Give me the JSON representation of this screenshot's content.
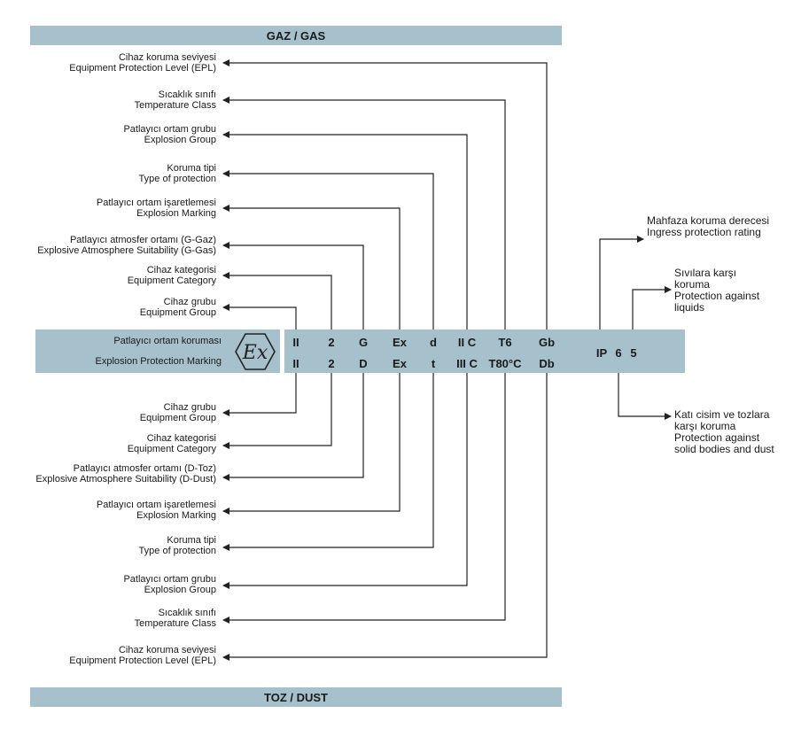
{
  "header_gas": "GAZ / GAS",
  "header_dust": "TOZ  / DUST",
  "marking_band": {
    "label_tr": "Patlayıcı ortam koruması",
    "label_en": "Explosion Protection Marking",
    "ex_symbol_icon": "ex-hexagon-icon",
    "gas_codes": [
      "II",
      "2",
      "G",
      "Ex",
      "d",
      "II C",
      "T6",
      "Gb"
    ],
    "dust_codes": [
      "II",
      "2",
      "D",
      "Ex",
      "t",
      "III C",
      "T80°C",
      "Db"
    ],
    "ip_codes": [
      "IP",
      "6",
      "5"
    ]
  },
  "gas_labels": [
    {
      "tr": "Cihaz koruma seviyesi",
      "en": "Equipment Protection Level (EPL)"
    },
    {
      "tr": "Sıcaklık sınıfı",
      "en": "Temperature Class"
    },
    {
      "tr": "Patlayıcı ortam grubu",
      "en": "Explosion Group"
    },
    {
      "tr": "Koruma tipi",
      "en": "Type of protection"
    },
    {
      "tr": "Patlayıcı ortam işaretlemesi",
      "en": "Explosion Marking"
    },
    {
      "tr": "Patlayıcı atmosfer ortamı (G-Gaz)",
      "en": "Explosive Atmosphere Suitability (G-Gas)"
    },
    {
      "tr": "Cihaz kategorisi",
      "en": "Equipment Category"
    },
    {
      "tr": "Cihaz grubu",
      "en": "Equipment Group"
    }
  ],
  "dust_labels": [
    {
      "tr": "Cihaz grubu",
      "en": "Equipment Group"
    },
    {
      "tr": "Cihaz kategorisi",
      "en": "Equipment Category"
    },
    {
      "tr": "Patlayıcı atmosfer ortamı (D-Toz)",
      "en": "Explosive Atmosphere Suitability (D-Dust)"
    },
    {
      "tr": "Patlayıcı ortam işaretlemesi",
      "en": "Explosion Marking"
    },
    {
      "tr": "Koruma tipi",
      "en": "Type of protection"
    },
    {
      "tr": "Patlayıcı ortam grubu",
      "en": "Explosion Group"
    },
    {
      "tr": "Sıcaklık sınıfı",
      "en": "Temperature Class"
    },
    {
      "tr": "Cihaz koruma seviyesi",
      "en": "Equipment Protection Level (EPL)"
    }
  ],
  "ip_labels": {
    "ingress": {
      "tr": "Mahfaza koruma derecesi",
      "en": "Ingress protection rating"
    },
    "liquids": {
      "tr1": "Sıvılara karşı",
      "tr2": "koruma",
      "en1": "Protection against",
      "en2": "liquids"
    },
    "solids": {
      "tr1": "Katı cisim ve tozlara",
      "tr2": "karşı koruma",
      "en1": "Protection against",
      "en2": "solid bodies and dust"
    }
  },
  "colors": {
    "band": "#a6c0cc",
    "line": "#222222"
  }
}
